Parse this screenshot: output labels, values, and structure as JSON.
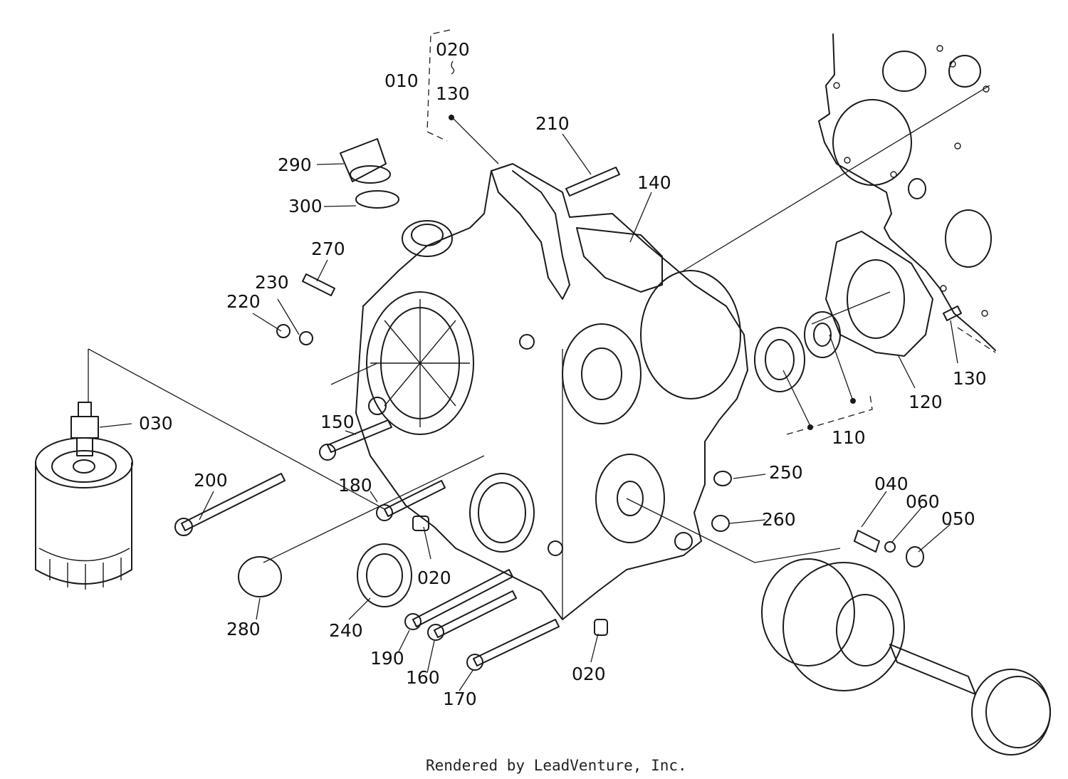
{
  "footer": "Rendered by LeadVenture, Inc.",
  "callouts": [
    {
      "id": "c010",
      "text": "010"
    },
    {
      "id": "c020a",
      "text": "020"
    },
    {
      "id": "c130a",
      "text": "130"
    },
    {
      "id": "c210",
      "text": "210"
    },
    {
      "id": "c140",
      "text": "140"
    },
    {
      "id": "c290",
      "text": "290"
    },
    {
      "id": "c300",
      "text": "300"
    },
    {
      "id": "c270",
      "text": "270"
    },
    {
      "id": "c230",
      "text": "230"
    },
    {
      "id": "c220",
      "text": "220"
    },
    {
      "id": "c030",
      "text": "030"
    },
    {
      "id": "c150",
      "text": "150"
    },
    {
      "id": "c200",
      "text": "200"
    },
    {
      "id": "c180",
      "text": "180"
    },
    {
      "id": "c020b",
      "text": "020"
    },
    {
      "id": "c280",
      "text": "280"
    },
    {
      "id": "c240",
      "text": "240"
    },
    {
      "id": "c190",
      "text": "190"
    },
    {
      "id": "c160",
      "text": "160"
    },
    {
      "id": "c170",
      "text": "170"
    },
    {
      "id": "c020c",
      "text": "020"
    },
    {
      "id": "c250",
      "text": "250"
    },
    {
      "id": "c260",
      "text": "260"
    },
    {
      "id": "c040",
      "text": "040"
    },
    {
      "id": "c060",
      "text": "060"
    },
    {
      "id": "c050",
      "text": "050"
    },
    {
      "id": "c110",
      "text": "110"
    },
    {
      "id": "c120",
      "text": "120"
    },
    {
      "id": "c130b",
      "text": "130"
    }
  ]
}
